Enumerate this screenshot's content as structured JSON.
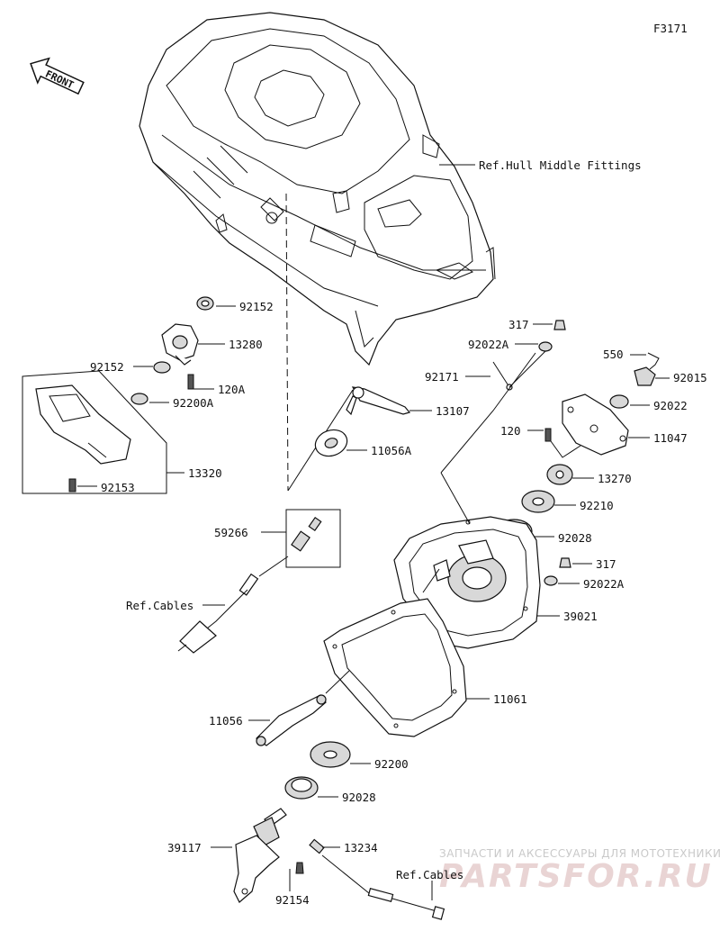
{
  "figure_id": "F3171",
  "front_label": "FRONT",
  "refs": {
    "hull": "Ref.Hull Middle Fittings",
    "cables_left": "Ref.Cables",
    "cables_bottom": "Ref.Cables"
  },
  "watermark": {
    "line1": "ЗАПЧАСТИ И АКСЕССУАРЫ ДЛЯ МОТОТЕХНИКИ",
    "line2": "PARTSFOR.RU"
  },
  "parts": {
    "p92152_top": "92152",
    "p13280": "13280",
    "p92152_left": "92152",
    "p120A": "120A",
    "p92200A": "92200A",
    "p13320": "13320",
    "p92153": "92153",
    "p13107": "13107",
    "p11056A": "11056A",
    "p59266": "59266",
    "p317_top": "317",
    "p92022A_top": "92022A",
    "p92171": "92171",
    "p550": "550",
    "p92015": "92015",
    "p92022": "92022",
    "p120": "120",
    "p11047": "11047",
    "p13270": "13270",
    "p92210": "92210",
    "p92028_mid": "92028",
    "p317_mid": "317",
    "p92022A_mid": "92022A",
    "p39021": "39021",
    "p11061": "11061",
    "p11056": "11056",
    "p92200": "92200",
    "p92028_low": "92028",
    "p39117": "39117",
    "p13234": "13234",
    "p92154": "92154"
  }
}
